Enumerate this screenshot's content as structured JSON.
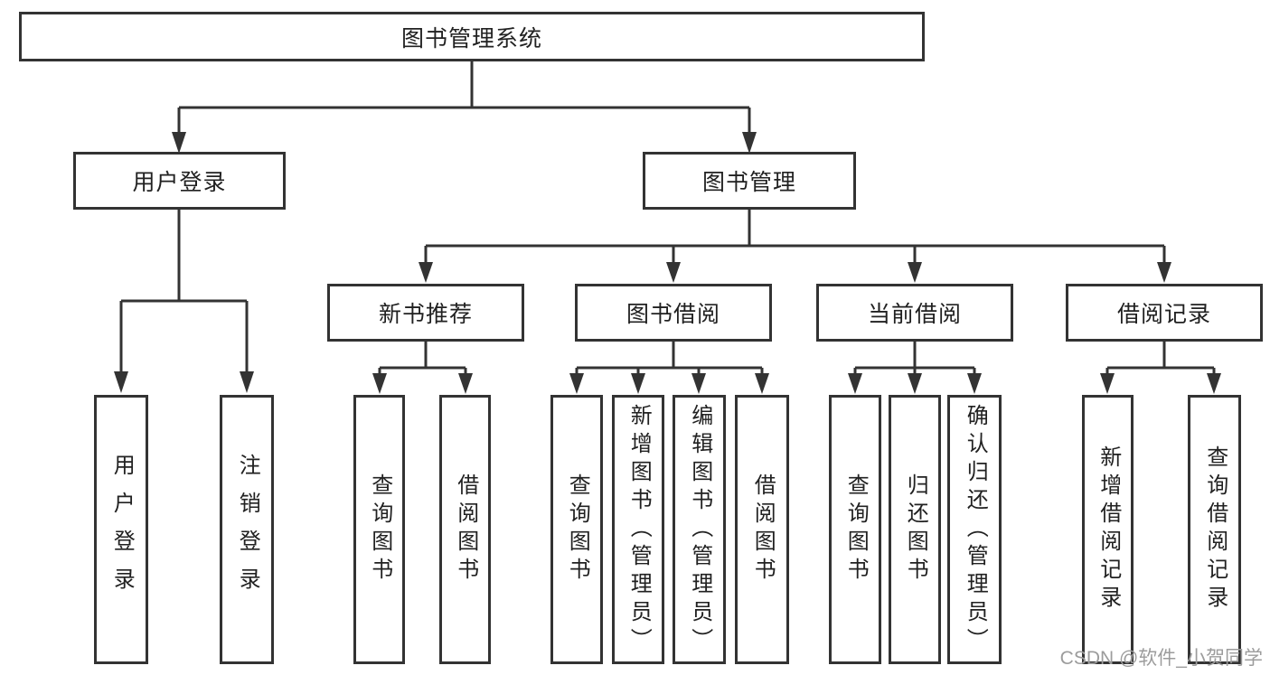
{
  "colors": {
    "line": "#333333",
    "text": "#212121",
    "bg": "#ffffff",
    "watermark": "#9c9c9c"
  },
  "watermark": {
    "text": "CSDN @软件_小贺同学"
  },
  "tree": {
    "label": "图书管理系统",
    "children": [
      {
        "label": "用户登录",
        "children": [
          {
            "label": "用户登录"
          },
          {
            "label": "注销登录"
          }
        ]
      },
      {
        "label": "图书管理",
        "children": [
          {
            "label": "新书推荐",
            "children": [
              {
                "label": "查询图书"
              },
              {
                "label": "借阅图书"
              }
            ]
          },
          {
            "label": "图书借阅",
            "children": [
              {
                "label": "查询图书"
              },
              {
                "label": "新增图书（管理员）"
              },
              {
                "label": "编辑图书（管理员）"
              },
              {
                "label": "借阅图书"
              }
            ]
          },
          {
            "label": "当前借阅",
            "children": [
              {
                "label": "查询图书"
              },
              {
                "label": "归还图书"
              },
              {
                "label": "确认归还（管理员）"
              }
            ]
          },
          {
            "label": "借阅记录",
            "children": [
              {
                "label": "新增借阅记录"
              },
              {
                "label": "查询借阅记录"
              }
            ]
          }
        ]
      }
    ]
  }
}
